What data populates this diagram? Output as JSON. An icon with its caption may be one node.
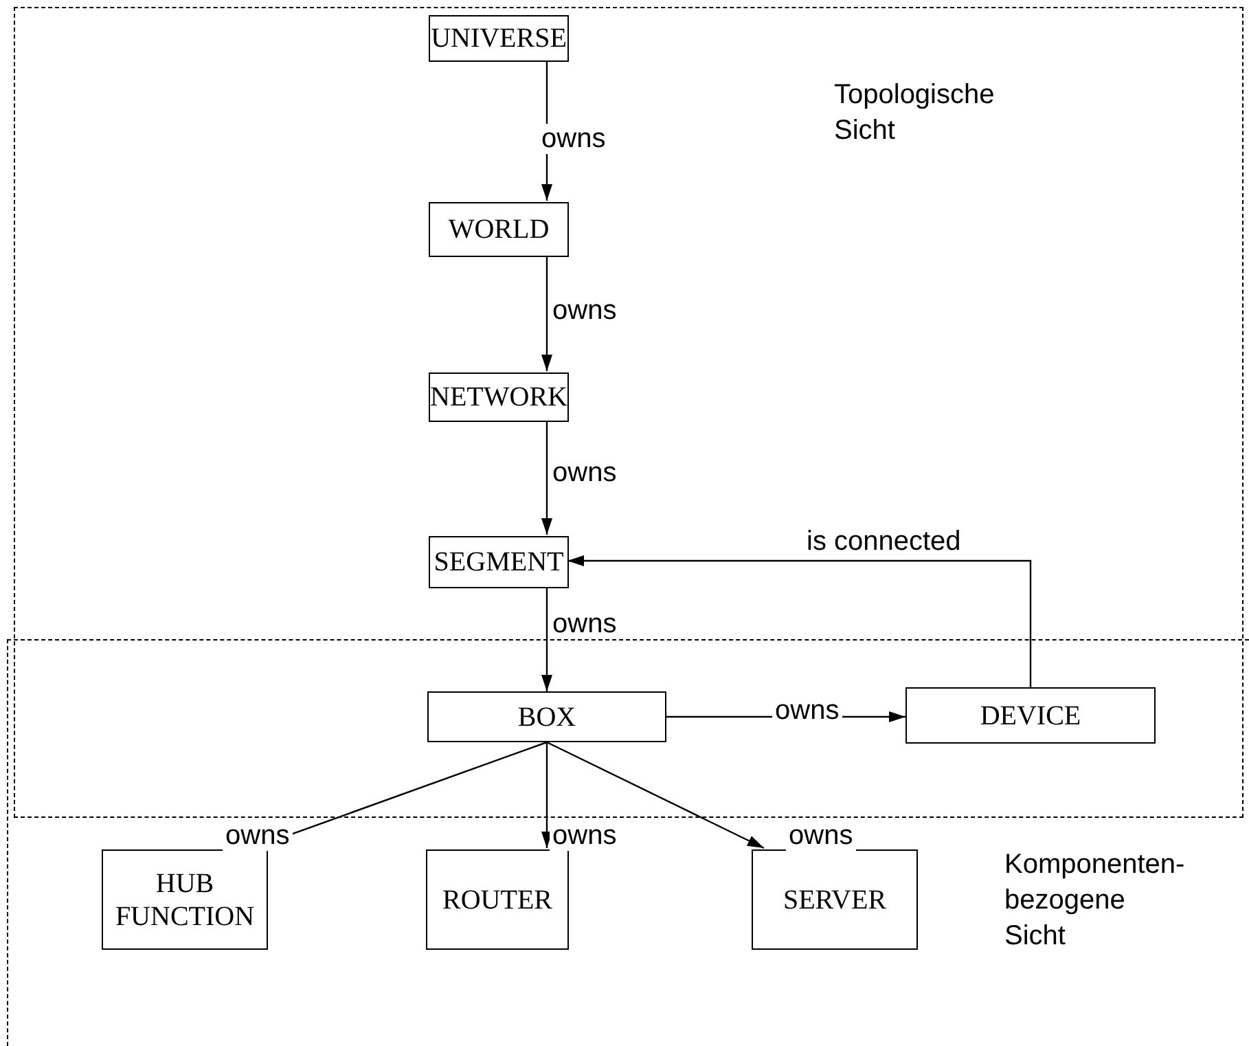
{
  "diagram": {
    "nodes": [
      {
        "text": [
          "Topologische Sicht"
        ]
      },
      {
        "text": [
          "UNIVERSE"
        ],
        "in": 0
      },
      {
        "text": [
          "WORLD"
        ],
        "in": 0
      },
      {
        "text": [
          "NETWORK"
        ],
        "in": 0
      },
      {
        "text": [
          "SEGMENT"
        ],
        "in": 0
      },
      {
        "text": [
          "BOX"
        ]
      },
      {
        "text": [
          "DEVICE"
        ]
      },
      {
        "text": [
          "Komponenten- bezogene Sicht"
        ]
      },
      {
        "text": [
          "HUB FUNCTION"
        ],
        "in": 7
      },
      {
        "text": [
          "ROUTER"
        ],
        "in": 7
      },
      {
        "text": [
          "SERVER"
        ],
        "in": 7
      }
    ],
    "edges": [
      {
        "from": 1,
        "to": 2,
        "arrow": "to",
        "label": "owns"
      },
      {
        "from": 2,
        "to": 3,
        "arrow": "to",
        "label": "owns"
      },
      {
        "from": 3,
        "to": 4,
        "arrow": "to",
        "label": "owns"
      },
      {
        "from": 4,
        "to": 5,
        "arrow": "to",
        "label": "owns"
      },
      {
        "from": 5,
        "to": 6,
        "arrow": "to",
        "label": "owns"
      },
      {
        "from": 6,
        "to": 4,
        "arrow": "to",
        "label": "is connected"
      },
      {
        "from": 5,
        "to": 8,
        "arrow": "to",
        "label": "owns"
      },
      {
        "from": 5,
        "to": 9,
        "arrow": "to",
        "label": "owns"
      },
      {
        "from": 5,
        "to": 10,
        "arrow": "to",
        "label": "owns"
      }
    ]
  }
}
